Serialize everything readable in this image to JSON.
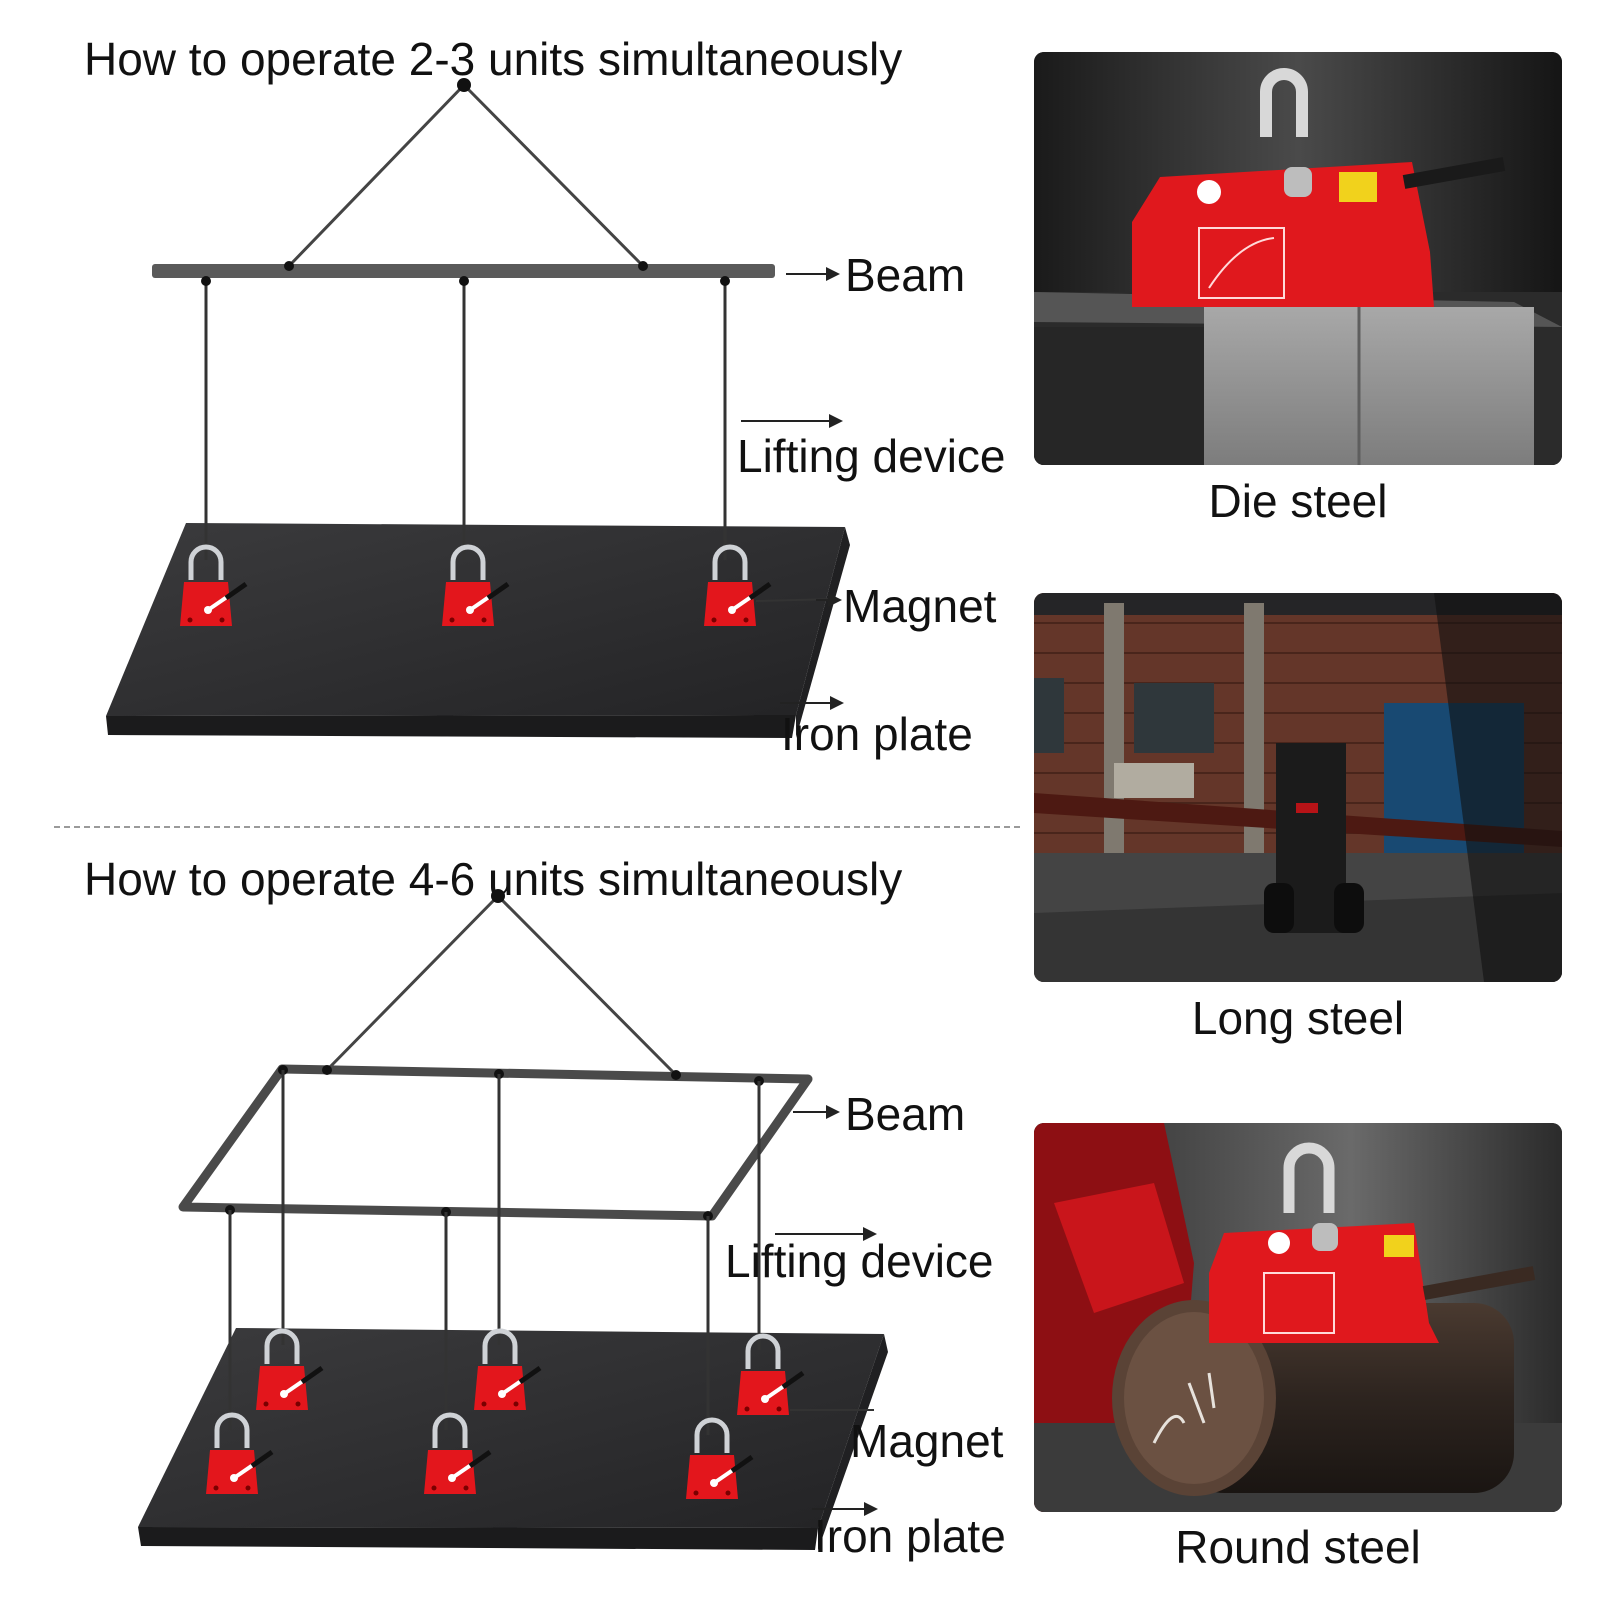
{
  "top_section": {
    "title": "How to operate 2-3 units simultaneously",
    "labels": {
      "beam": "Beam",
      "lifting_device": "Lifting device",
      "magnet": "Magnet",
      "iron_plate": "Iron plate"
    },
    "magnet_count": 3
  },
  "bottom_section": {
    "title": "How to operate 4-6 units simultaneously",
    "labels": {
      "beam": "Beam",
      "lifting_device": "Lifting device",
      "magnet": "Magnet",
      "iron_plate": "Iron plate"
    },
    "magnet_count": 6
  },
  "photos": [
    {
      "caption": "Die steel",
      "icon": "magnet-on-die-steel"
    },
    {
      "caption": "Long steel",
      "icon": "forklift-long-steel"
    },
    {
      "caption": "Round steel",
      "icon": "magnet-on-round-steel"
    }
  ],
  "colors": {
    "magnet_red": "#e3161c",
    "plate_dark": "#2f2f31",
    "beam_gray": "#555555"
  }
}
